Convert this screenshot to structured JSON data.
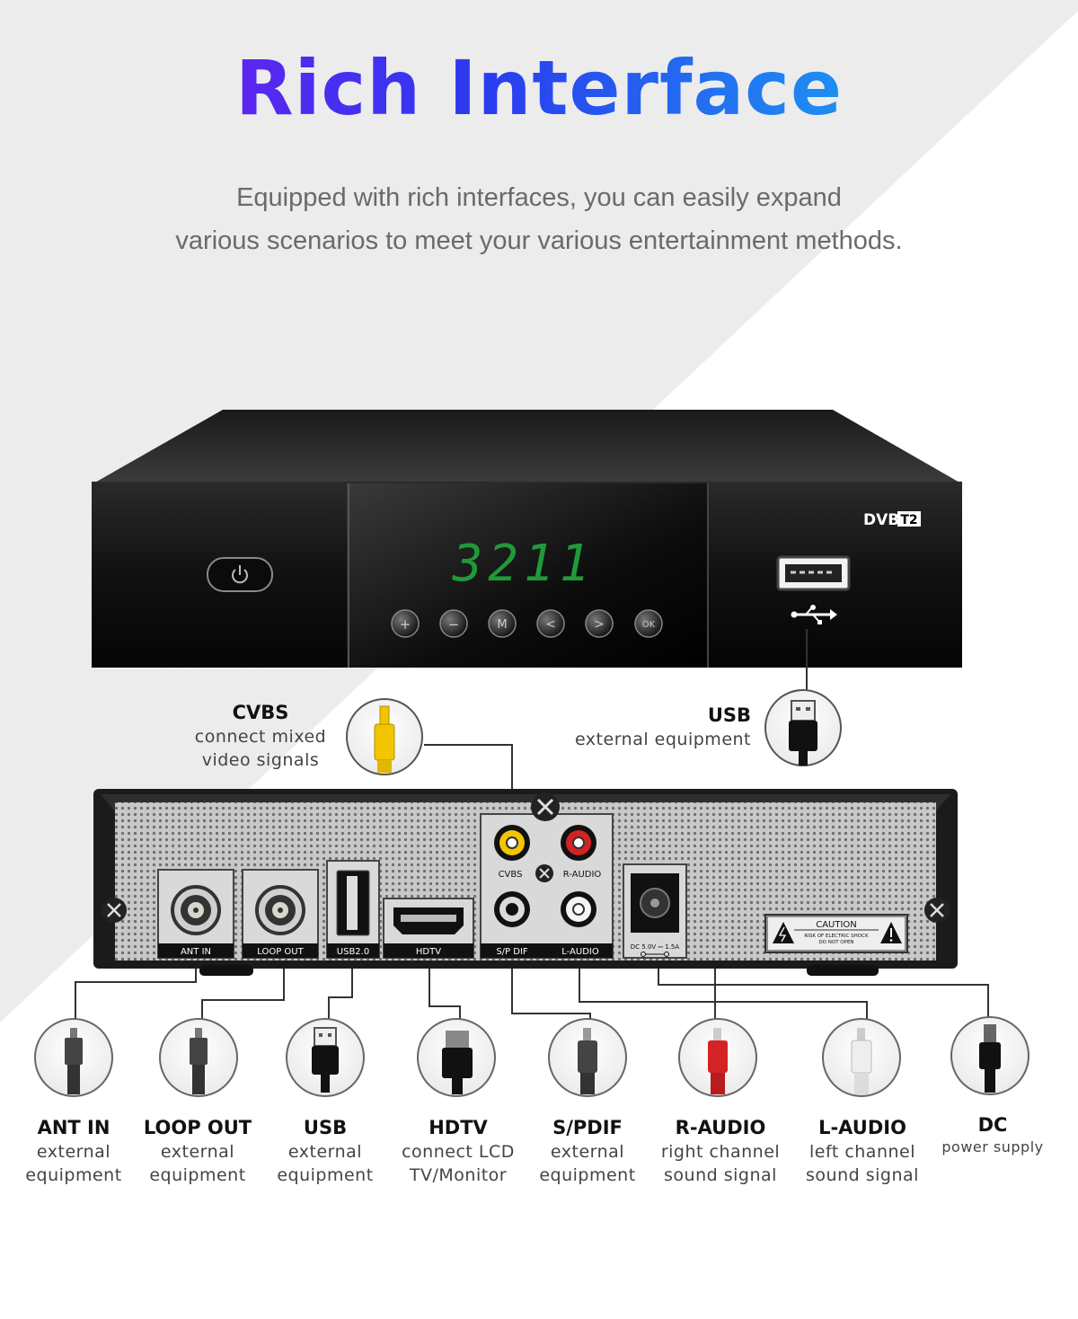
{
  "header": {
    "title": "Rich Interface",
    "subtitle_line1": "Equipped with rich interfaces, you can easily expand",
    "subtitle_line2": "various scenarios to meet your various entertainment methods."
  },
  "front_panel": {
    "display": "3211",
    "logo_dvb": "DVB",
    "logo_t2": "T2",
    "buttons": [
      "+",
      "−",
      "M",
      "<",
      ">",
      "OK"
    ]
  },
  "callouts": {
    "cvbs": {
      "title": "CVBS",
      "line1": "connect mixed",
      "line2": "video signals"
    },
    "usb_top": {
      "title": "USB",
      "line1": "external equipment"
    }
  },
  "rear_panel": {
    "port_labels": [
      "ANT IN",
      "LOOP OUT",
      "USB2.0",
      "HDTV",
      "S/P DIF",
      "L-AUDIO"
    ],
    "cvbs": "CVBS",
    "r_audio": "R-AUDIO",
    "dc_label": "DC 5.0V ⎓ 1.5A",
    "caution_title": "CAUTION",
    "caution_line1": "RISK OF ELECTRIC SHOCK",
    "caution_line2": "DO NOT OPEN"
  },
  "connectors": [
    {
      "title": "ANT IN",
      "line1": "external",
      "line2": "equipment"
    },
    {
      "title": "LOOP OUT",
      "line1": "external",
      "line2": "equipment"
    },
    {
      "title": "USB",
      "line1": "external",
      "line2": "equipment"
    },
    {
      "title": "HDTV",
      "line1": "connect LCD",
      "line2": "TV/Monitor"
    },
    {
      "title": "S/PDIF",
      "line1": "external",
      "line2": "equipment"
    },
    {
      "title": "R-AUDIO",
      "line1": "right channel",
      "line2": "sound signal"
    },
    {
      "title": "L-AUDIO",
      "line1": "left channel",
      "line2": "sound signal"
    },
    {
      "title": "DC",
      "line1": "power supply"
    }
  ],
  "colors": {
    "background_grey": "#ececec",
    "title_gradient_start": "#8a12f0",
    "title_gradient_end": "#16c6f2",
    "display_green": "#1f9a3a",
    "cvbs_yellow": "#f2c500",
    "r_audio_red": "#d42323",
    "l_audio_white": "#eeeeee"
  }
}
